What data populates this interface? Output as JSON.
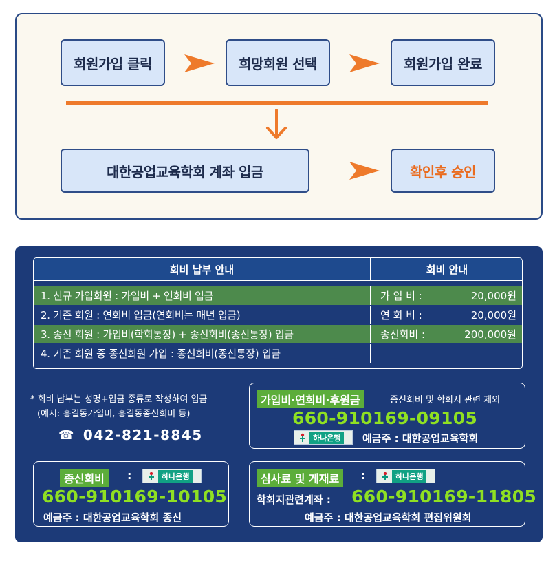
{
  "flow": {
    "steps": [
      "회원가입 클릭",
      "희망회원 선택",
      "회원가입 완료",
      "대한공업교육학회 계좌 입금",
      "확인후 승인"
    ],
    "accent_color": "#ee7a2b"
  },
  "fee_table": {
    "header_left": "회비 납부 안내",
    "header_right": "회비 안내",
    "rows": [
      {
        "text": "1. 신규 가입회원 : 가입비 + 연회비 입금",
        "label": "가 입 비 :",
        "amount": "20,000원"
      },
      {
        "text": "2. 기존 회원 : 연회비 입금(연회비는 매년 입금)",
        "label": "연 회 비 :",
        "amount": "20,000원"
      },
      {
        "text": "3. 종신 회원 : 가입비(학회통장) + 종신회비(종신통장) 입금",
        "label": "종신회비 :",
        "amount": "200,000원"
      },
      {
        "text": "4. 기존 회원 중 종신회원 가입 : 종신회비(종신통장) 입금",
        "label": "",
        "amount": ""
      }
    ]
  },
  "note": {
    "line1": "* 회비 납부는 성명+입금 종류로 작성하여 입금",
    "line2": "(예시: 홍길동가입비, 홍길동종신회비 등)"
  },
  "phone": {
    "icon": "telephone-icon",
    "number": "042-821-8845"
  },
  "bank_name": "하나은행",
  "account_general": {
    "tag": "가입비·연회비·후원금",
    "note": "종신회비 및 학회지 관련 제외",
    "number": "660-910169-09105",
    "holder": "예금주 : 대한공업교육학회"
  },
  "account_lifetime": {
    "tag": "종신회비",
    "colon": ":",
    "number": "660-910169-10105",
    "holder": "예금주 : 대한공업교육학회 종신"
  },
  "account_journal": {
    "tag": "심사료 및 게재료",
    "colon": ":",
    "label": "학회지관련계좌 :",
    "number": "660-910169-11805",
    "holder": "예금주 : 대한공업교육학회 편집위원회"
  }
}
